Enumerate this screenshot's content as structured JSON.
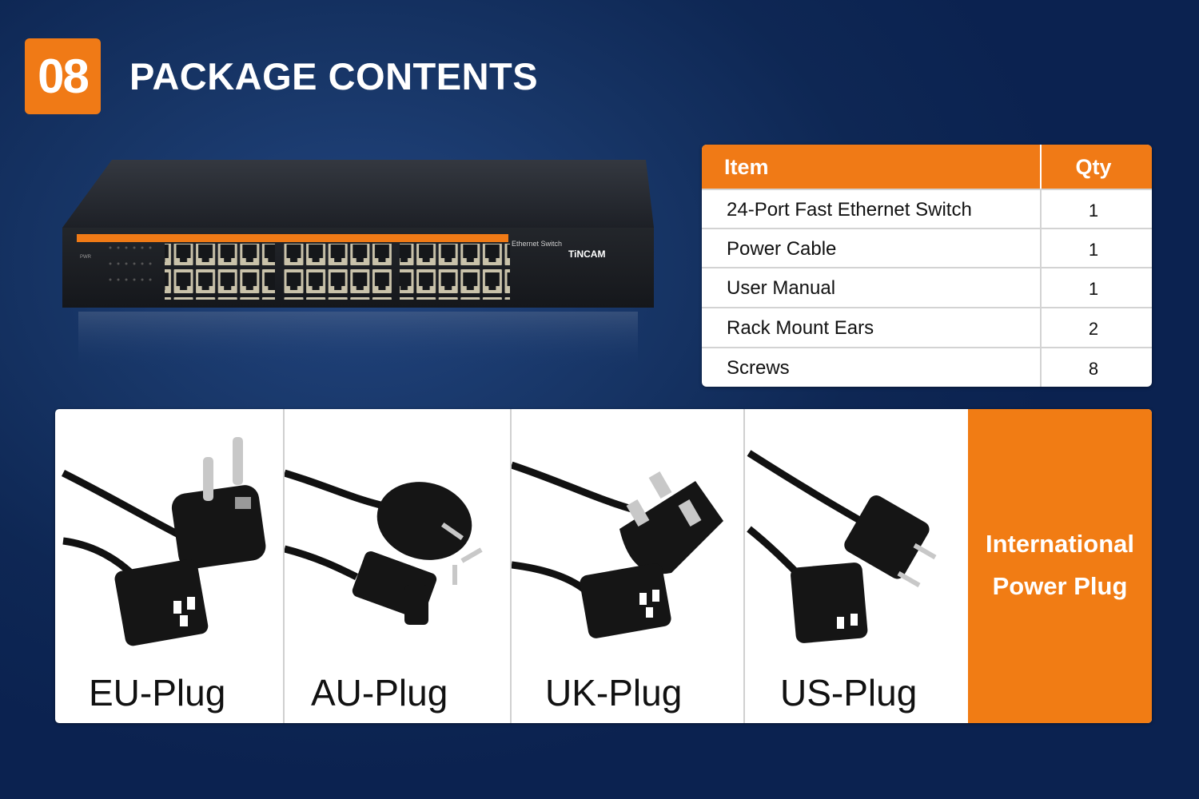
{
  "header": {
    "section_number": "08",
    "title": "PACKAGE CONTENTS"
  },
  "product": {
    "brand": "TiNCAM",
    "model_label": "Ethernet Switch",
    "pwr_label": "PWR"
  },
  "contents_table": {
    "headers": {
      "item": "Item",
      "qty": "Qty"
    },
    "rows": [
      {
        "item": "24-Port Fast Ethernet Switch",
        "qty": "1"
      },
      {
        "item": "Power Cable",
        "qty": "1"
      },
      {
        "item": "User Manual",
        "qty": "1"
      },
      {
        "item": "Rack Mount Ears",
        "qty": "2"
      },
      {
        "item": "Screws",
        "qty": "8"
      }
    ]
  },
  "plugs": {
    "items": [
      {
        "label": "EU-Plug"
      },
      {
        "label": "AU-Plug"
      },
      {
        "label": "UK-Plug"
      },
      {
        "label": "US-Plug"
      }
    ],
    "summary": {
      "line1": "International",
      "line2": "Power Plug"
    }
  },
  "colors": {
    "accent": "#f07a16",
    "background": "#0e2754",
    "panel": "#ffffff"
  }
}
